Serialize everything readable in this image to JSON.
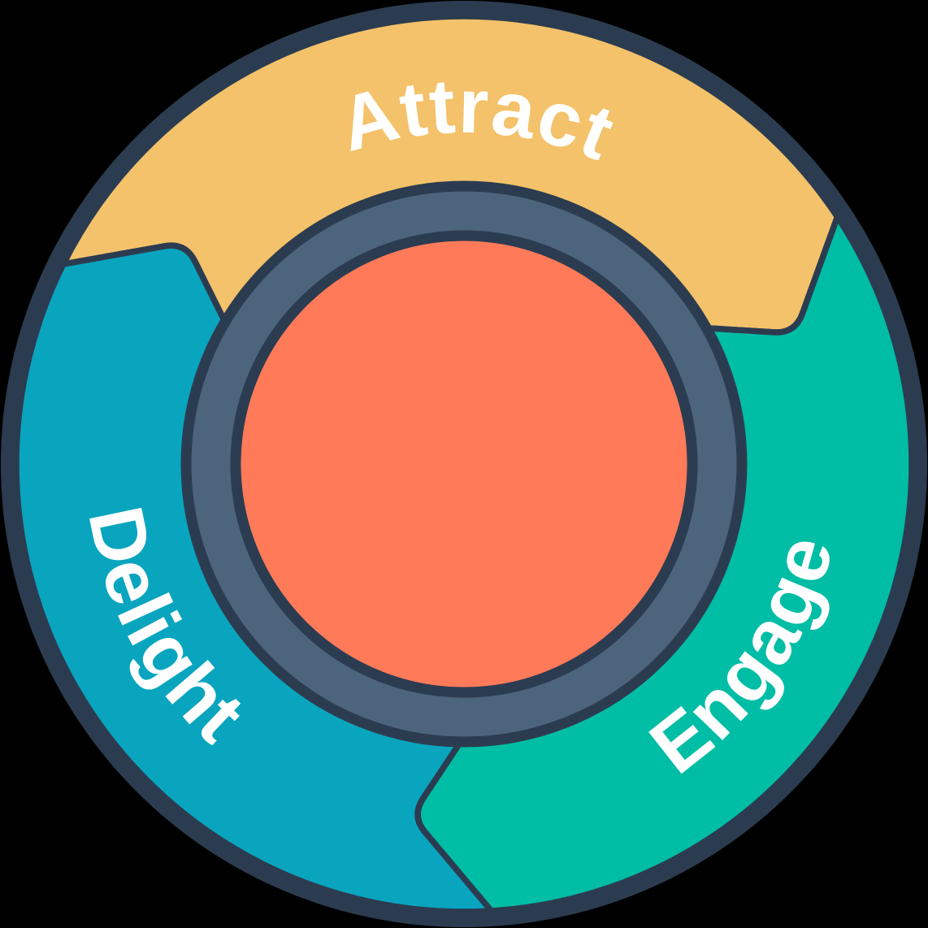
{
  "diagram": {
    "type": "flywheel-cycle",
    "background_color": "#000000",
    "outline_color": "#2c3c50",
    "label_color": "#ffffff",
    "hub_color": "#ff7a59",
    "ring_color": "#4c647c",
    "segments": [
      {
        "label": "Attract",
        "color": "#f3c26a"
      },
      {
        "label": "Engage",
        "color": "#00bda5"
      },
      {
        "label": "Delight",
        "color": "#09a5bf"
      }
    ]
  }
}
